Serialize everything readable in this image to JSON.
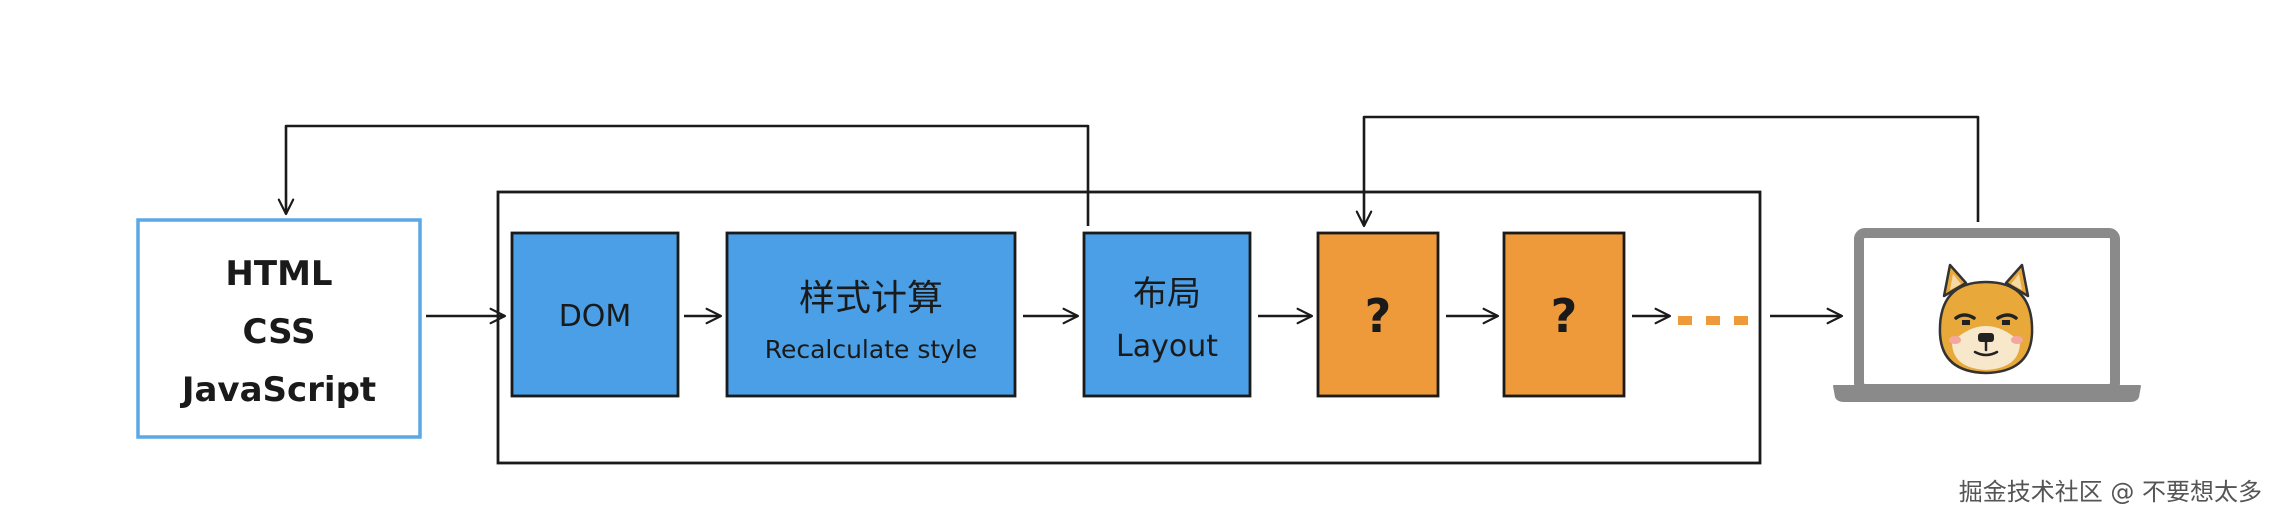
{
  "source": {
    "lines": [
      "HTML",
      "CSS",
      "JavaScript"
    ]
  },
  "steps": [
    {
      "id": "dom",
      "label": "DOM",
      "sublabel": ""
    },
    {
      "id": "style",
      "label": "样式计算",
      "sublabel": "Recalculate style"
    },
    {
      "id": "layout",
      "label": "布局",
      "sublabel": "Layout"
    },
    {
      "id": "unknown1",
      "label": "?",
      "sublabel": ""
    },
    {
      "id": "unknown2",
      "label": "?",
      "sublabel": ""
    }
  ],
  "ellipsis": "···",
  "display": {
    "icon": "doge-face-icon"
  },
  "watermark": "掘金技术社区 @ 不要想太多",
  "colors": {
    "blue": "#4a9fe6",
    "orange": "#ef9a3a",
    "source_border": "#5aa9e6",
    "stroke": "#1a1a1a"
  }
}
